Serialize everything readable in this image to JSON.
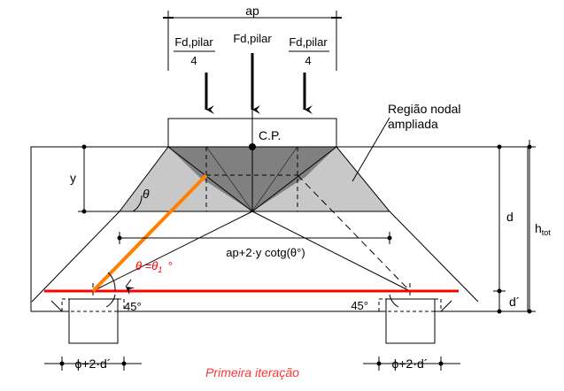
{
  "labels": {
    "ap": "ap",
    "fd_left": "Fd,pilar",
    "fd_left_den": "4",
    "fd_center": "Fd,pilar",
    "fd_right": "Fd,pilar",
    "fd_right_den": "4",
    "cp": "C.P.",
    "regiao_line1": "Região nodal",
    "regiao_line2": "ampliada",
    "y": "y",
    "theta": "θ",
    "d": "d",
    "h": "h",
    "h_sub": "tot",
    "ap_expr": "ap+2·y cotg(θ°)",
    "theta_eq": "θ =θ",
    "theta_eq_sub": "1",
    "degree": "°",
    "deg45_left": "45°",
    "deg45_right": "45°",
    "d_prime": "d´",
    "phi_left": "ϕ+2·d´",
    "phi_right": "ϕ+2·d´",
    "caption": "Primeira iteração"
  },
  "colors": {
    "gray_dark": "#808080",
    "gray_light": "#c8c8c8",
    "red": "#ff0000",
    "orange": "#ff8000",
    "caption": "#ff3333"
  }
}
